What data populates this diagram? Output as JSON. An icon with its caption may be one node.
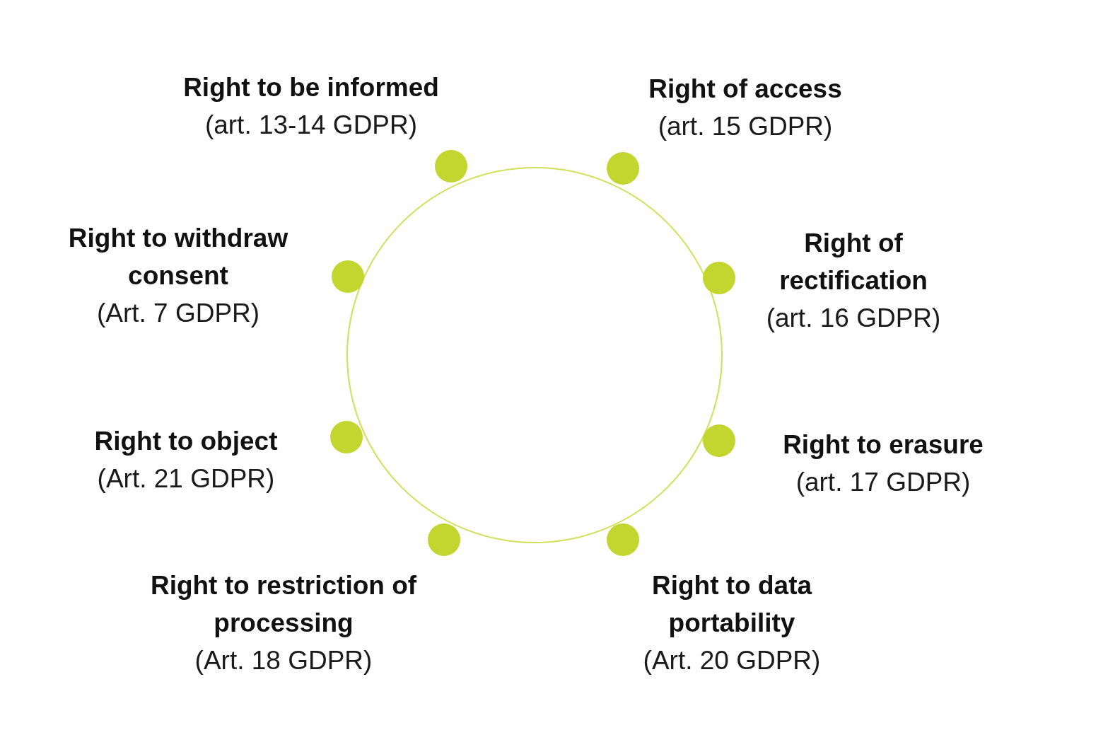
{
  "diagram": {
    "nodes": [
      {
        "text": [],
        "shape": "circle"
      },
      {
        "text": [
          "Right to be informed",
          "(art. 13-14 GDPR)"
        ]
      },
      {
        "text": [
          "Right of access",
          "(art. 15 GDPR)"
        ]
      },
      {
        "text": [
          "Right of rectification",
          "(art. 16 GDPR)"
        ]
      },
      {
        "text": [
          "Right to erasure",
          "(art. 17 GDPR)"
        ]
      },
      {
        "text": [
          "Right to data portability",
          "(Art. 20 GDPR)"
        ]
      },
      {
        "text": [
          "Right to restriction of processing",
          "(Art. 18 GDPR)"
        ]
      },
      {
        "text": [
          "Right to object",
          "(Art. 21 GDPR)"
        ]
      },
      {
        "text": [
          "Right to withdraw consent",
          "(Art. 7 GDPR)"
        ]
      }
    ]
  }
}
